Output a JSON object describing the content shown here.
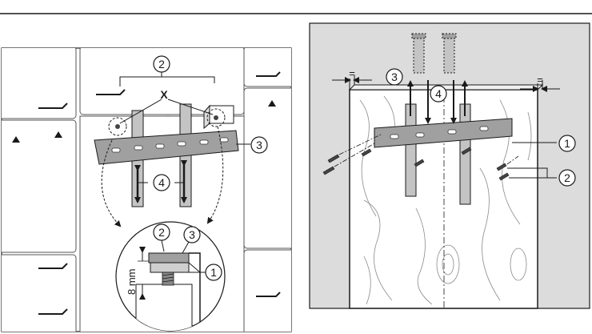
{
  "left_figure": {
    "callouts": [
      "2",
      "X",
      "3",
      "4"
    ],
    "detail": {
      "callouts": [
        "2",
        "3",
        "1"
      ],
      "dimension_label": "8 mm"
    }
  },
  "right_figure": {
    "callouts": [
      "3",
      "4",
      "1",
      "2"
    ],
    "equal_marks": [
      "=",
      "="
    ]
  },
  "colors": {
    "panel_gray": "#dcdcdc",
    "wood_white": "#ffffff",
    "bracket_gray": "#a0a0a0",
    "rail_gray": "#c4c4c4",
    "line_black": "#1a1a1a"
  },
  "icons": [
    "up-down-arrow-icon",
    "arrow-down-icon",
    "arrow-up-icon",
    "screw-icon"
  ]
}
